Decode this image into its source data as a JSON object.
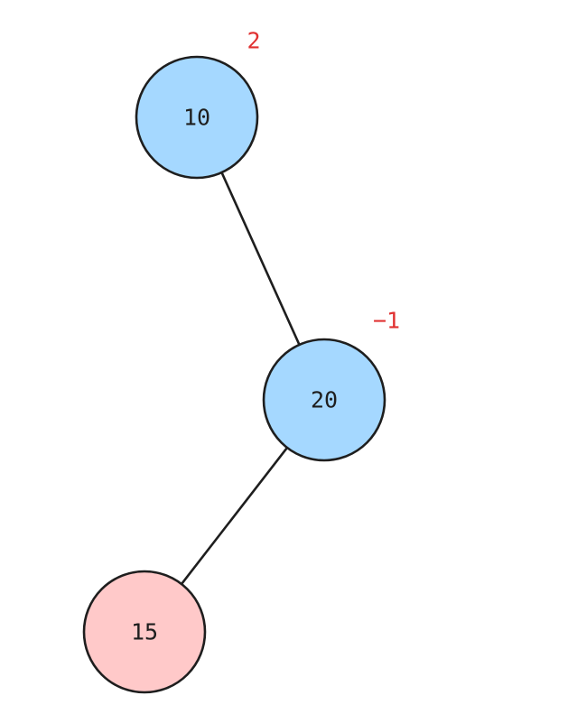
{
  "colors": {
    "default_fill": "#a5d8ff",
    "highlight_fill": "#ffc9c9",
    "balance_text": "#e03131"
  },
  "tree": {
    "nodes": [
      {
        "id": "n10",
        "value": "10",
        "fill": "default_fill",
        "balance": "2"
      },
      {
        "id": "n20",
        "value": "20",
        "fill": "default_fill",
        "balance": "−1"
      },
      {
        "id": "n15",
        "value": "15",
        "fill": "highlight_fill",
        "balance": ""
      }
    ],
    "edges": [
      {
        "from": "n10",
        "to": "n20"
      },
      {
        "from": "n20",
        "to": "n15"
      }
    ]
  }
}
